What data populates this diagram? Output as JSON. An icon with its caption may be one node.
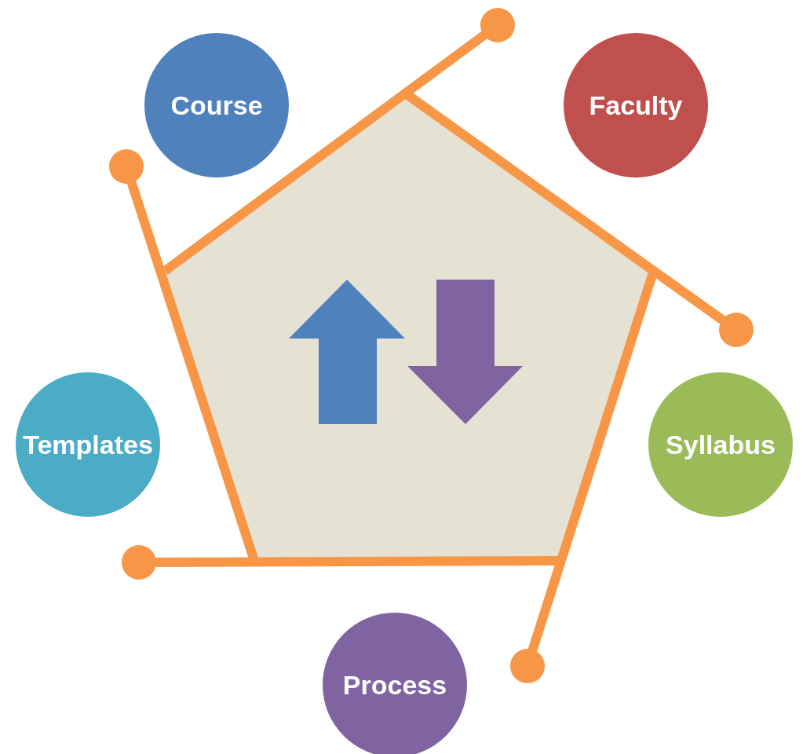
{
  "diagram": {
    "nodes": [
      {
        "text": [
          "Course"
        ]
      },
      {
        "text": [
          "Faculty"
        ]
      },
      {
        "text": [
          "Templates"
        ]
      },
      {
        "text": [
          "Syllabus"
        ]
      },
      {
        "text": [
          "Process"
        ]
      }
    ]
  }
}
